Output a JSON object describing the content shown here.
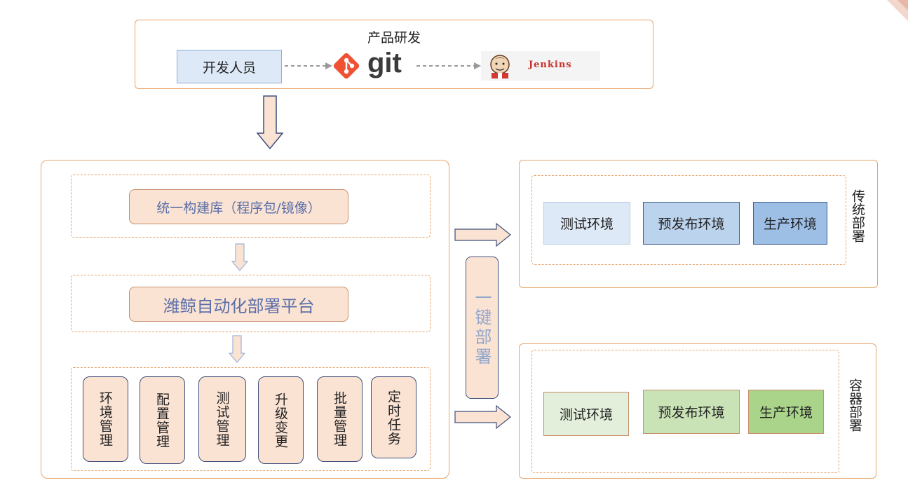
{
  "product_dev": {
    "title": "产品研发",
    "developer_label": "开发人员",
    "git_label": "git",
    "jenkins_label": "Jenkins"
  },
  "platform": {
    "build_label": "统一构建库（程序包/镜像）",
    "deploy_platform_label": "潍鲸自动化部署平台",
    "modules": [
      "环境管理",
      "配置管理",
      "测试管理",
      "升级变更",
      "批量管理",
      "定时任务"
    ]
  },
  "one_click": "一键部署",
  "traditional": {
    "title": "传统部署",
    "envs": [
      "测试环境",
      "预发布环境",
      "生产环境"
    ]
  },
  "container": {
    "title": "容器部署",
    "envs": [
      "测试环境",
      "预发布环境",
      "生产环境"
    ]
  },
  "colors": {
    "border_orange": "#e8a46a",
    "pill_peach": "#fbe3d4",
    "trad_env_fills": [
      "#dde9f6",
      "#bcd3ee",
      "#9dbfe6"
    ],
    "container_env_fills": [
      "#e3efda",
      "#c9e3b6",
      "#a9d48a"
    ],
    "git_red": "#f05033"
  }
}
